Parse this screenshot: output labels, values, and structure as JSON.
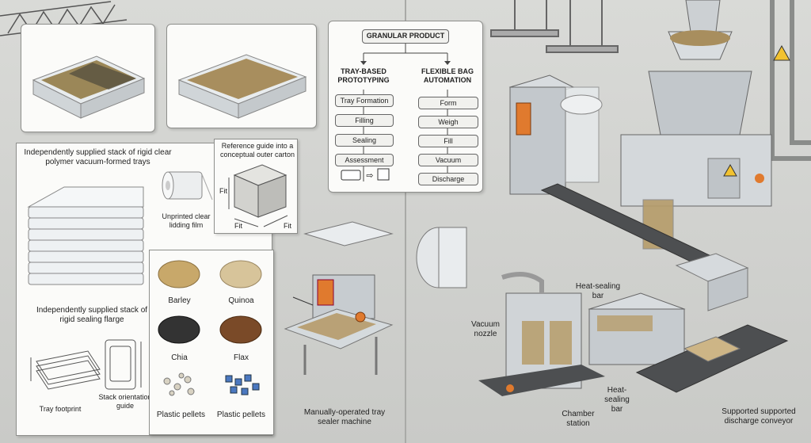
{
  "left_panel": {
    "trays_stack_caption": "Independently supplied stack of rigid clear polymer vacuum-formed trays",
    "carton_caption": "Reference guide into a conceptual outer carton",
    "film_caption": "Unprinted clear lidding film",
    "fit_label": "Fit",
    "flange_caption": "Independently supplied stack of rigid sealing flarge",
    "footprint_caption": "Tray footprint",
    "orientation_caption": "Stack orientation guide",
    "grains": [
      {
        "label": "Barley",
        "color": "#c8a86a"
      },
      {
        "label": "Quinoa",
        "color": "#d7c49a"
      },
      {
        "label": "Chia",
        "color": "#333333"
      },
      {
        "label": "Flax",
        "color": "#7a4a28"
      },
      {
        "label": "Plastic pellets",
        "color": "#d8d2c2"
      },
      {
        "label": "Plastic pellets",
        "color": "#4b78c0"
      }
    ]
  },
  "flowchart": {
    "root": "GRANULAR PRODUCT",
    "left_branch": {
      "title": "TRAY-BASED PROTOTYPING",
      "steps": [
        "Tray Formation",
        "Filling",
        "Sealing",
        "Assessment"
      ]
    },
    "right_branch": {
      "title": "FLEXIBLE BAG AUTOMATION",
      "steps": [
        "Form",
        "Weigh",
        "Fill",
        "Vacuum",
        "Discharge"
      ]
    },
    "arrow_glyph": "⇨"
  },
  "machines": {
    "tray_sealer_caption": "Manually-operated tray sealer machine",
    "vacuum_nozzle": "Vacuum nozzle",
    "heat_bar_top": "Heat-sealing bar",
    "heat_bar_bottom": "Heat-sealing bar",
    "chamber": "Chamber station",
    "conveyor": "Supported supported discharge conveyor"
  },
  "colors": {
    "accent_orange": "#e07a2e",
    "steel": "#b8bcbf",
    "warning_yellow": "#f2c230"
  }
}
